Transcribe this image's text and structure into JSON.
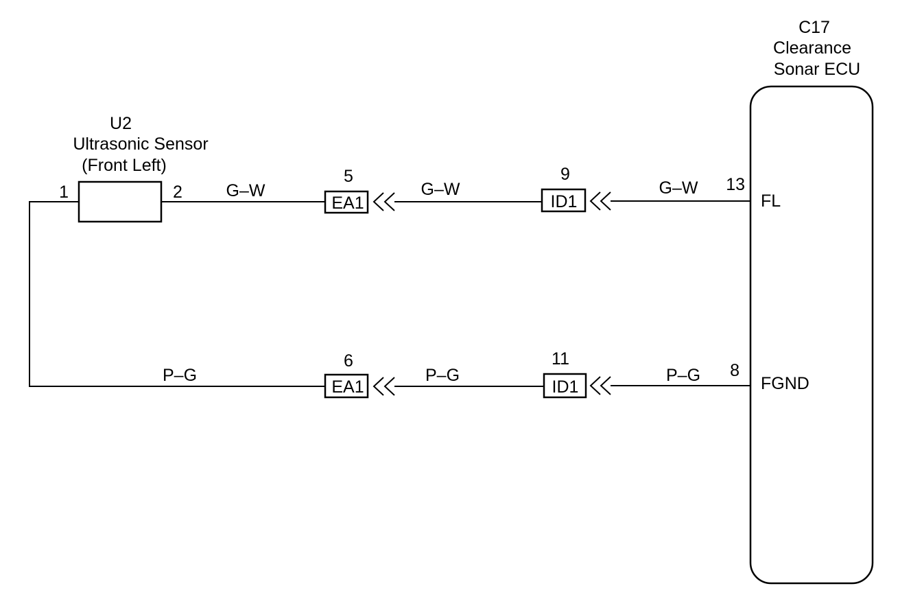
{
  "ecu": {
    "code": "C17",
    "name_line1": "Clearance",
    "name_line2": "Sonar ECU",
    "terminal_fl": "FL",
    "terminal_fgnd": "FGND",
    "pin_fl": "13",
    "pin_fgnd": "8"
  },
  "sensor": {
    "code": "U2",
    "name_line1": "Ultrasonic Sensor",
    "name_line2": "(Front Left)",
    "pin_left": "1",
    "pin_right": "2"
  },
  "wires": {
    "top": [
      "G–W",
      "G–W",
      "G–W"
    ],
    "bottom": [
      "P–G",
      "P–G",
      "P–G"
    ]
  },
  "connectors": {
    "ea1_top": {
      "label": "EA1",
      "pin": "5"
    },
    "id1_top": {
      "label": "ID1",
      "pin": "9"
    },
    "ea1_bottom": {
      "label": "EA1",
      "pin": "6"
    },
    "id1_bottom": {
      "label": "ID1",
      "pin": "11"
    }
  }
}
